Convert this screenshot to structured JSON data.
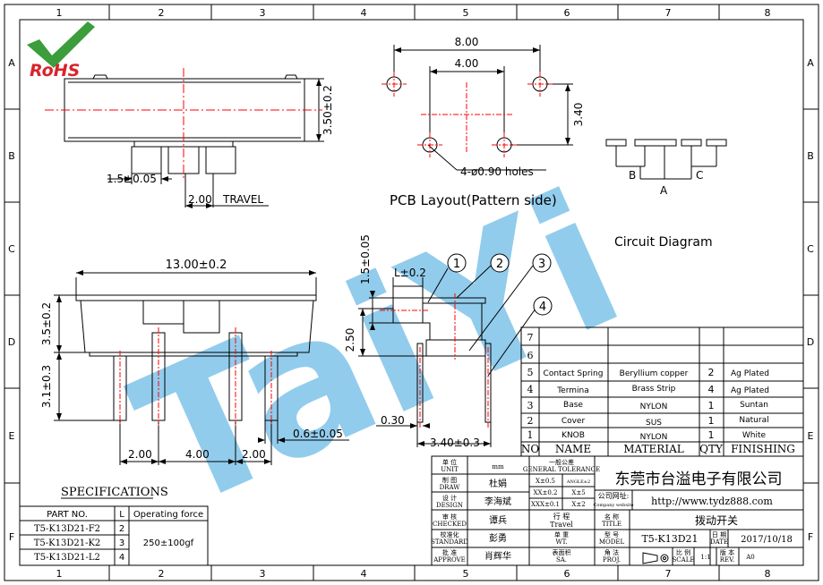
{
  "brand": {
    "logo_text": "RoHS",
    "watermark_text": "TaiYi"
  },
  "frame": {
    "columns": [
      "1",
      "2",
      "3",
      "4",
      "5",
      "6",
      "7",
      "8"
    ],
    "rows": [
      "A",
      "B",
      "C",
      "D",
      "E",
      "F"
    ]
  },
  "top_view": {
    "height_dim": "3.50±0.2",
    "left_dim": "1.5±0.05",
    "travel_dim": "2.00",
    "travel_label": "TRAVEL"
  },
  "pcb": {
    "width_outer": "8.00",
    "width_inner": "4.00",
    "height": "3.40",
    "holes": "4-ø0.90 holes",
    "title": "PCB Layout(Pattern side)"
  },
  "circuit": {
    "title": "Circuit Diagram",
    "label_a": "A",
    "label_b": "B",
    "label_c": "C"
  },
  "front_view": {
    "width": "13.00±0.2",
    "body_height": "3.5±0.2",
    "pin_length": "3.1±0.3",
    "pitch_left": "2.00",
    "pitch_mid": "4.00",
    "pitch_right": "2.00",
    "pin_width": "0.6±0.05"
  },
  "side_view": {
    "knob_height": "1.5±0.05",
    "knob_length": "L±0.2",
    "height": "2.50",
    "pin_thickness": "0.30",
    "depth": "3.40±0.3",
    "callouts": [
      "1",
      "2",
      "3",
      "4"
    ]
  },
  "bom": {
    "headers": [
      "NO",
      "NAME",
      "MATERIAL",
      "QTY",
      "FINISHING"
    ],
    "rows": [
      {
        "no": "7",
        "name": "",
        "material": "",
        "qty": "",
        "finishing": ""
      },
      {
        "no": "6",
        "name": "",
        "material": "",
        "qty": "",
        "finishing": ""
      },
      {
        "no": "5",
        "name": "Contact Spring",
        "material": "Beryllium copper",
        "qty": "2",
        "finishing": "Ag Plated"
      },
      {
        "no": "4",
        "name": "Termina",
        "material": "Brass Strip",
        "qty": "4",
        "finishing": "Ag Plated"
      },
      {
        "no": "3",
        "name": "Base",
        "material": "NYLON",
        "qty": "1",
        "finishing": "Suntan"
      },
      {
        "no": "2",
        "name": "Cover",
        "material": "SUS",
        "qty": "1",
        "finishing": "Natural"
      },
      {
        "no": "1",
        "name": "KNOB",
        "material": "NYLON",
        "qty": "1",
        "finishing": "White"
      }
    ]
  },
  "specs": {
    "title": "SPECIFICATIONS",
    "headers": [
      "PART NO.",
      "L",
      "Operating force"
    ],
    "rows": [
      {
        "part": "T5-K13D21-F2",
        "l": "2"
      },
      {
        "part": "T5-K13D21-K2",
        "l": "3"
      },
      {
        "part": "T5-K13D21-L2",
        "l": "4"
      }
    ],
    "force": "250±100gf"
  },
  "title_block": {
    "unit_cn": "单 位",
    "unit_en": "UNIT",
    "unit_value": "mm",
    "tol_cn": "一般公差",
    "tol_en": "GENERAL TOLERANCE",
    "tol_x": "X±0.5",
    "tol_angle": "ANGLE±2",
    "tol_xx": "XX±0.2",
    "tol_xx_angle": "X±5",
    "tol_xxx": "XXX±0.1",
    "tol_xxx_angle": "X±2",
    "draw_cn": "制 图",
    "draw_en": "DRAW",
    "draw_name": "杜娟",
    "design_cn": "设 计",
    "design_en": "DESIGN",
    "design_name": "李海斌",
    "check_cn": "审 核",
    "check_en": "CHECKED",
    "check_name": "谭兵",
    "std_cn": "校准化",
    "std_en": "STANDARD",
    "std_name": "彭勇",
    "appr_cn": "批 准",
    "appr_en": "APPROVE",
    "appr_name": "肖辉华",
    "travel_cn": "行 程",
    "travel_en": "Travel",
    "weight_cn": "单 重",
    "weight_en": "WT.",
    "surface_cn": "表面积",
    "surface_en": "SA.",
    "company": "东莞市台溢电子有限公司",
    "website_cn": "公司网址:",
    "website_en": "Company website",
    "website": "http://www.tydz888.com",
    "name_cn": "名 称",
    "name_en": "TITLE",
    "product_name": "拨动开关",
    "model_cn": "型 号",
    "model_en": "MODEL",
    "model": "T5-K13D21",
    "date_cn": "日 期",
    "date_en": "DATE",
    "date": "2017/10/18",
    "proj_cn": "角 法",
    "proj_en": "PROJ.",
    "scale_cn": "比 例",
    "scale_en": "SCALE",
    "scale": "1:1",
    "rev_cn": "版 本",
    "rev_en": "REV.",
    "rev": "A0"
  },
  "colors": {
    "line": "#000000",
    "centerline": "#ff0000",
    "watermark": "#3aa3dd",
    "logo_green": "#3b9d3b",
    "logo_red": "#d9242b"
  }
}
